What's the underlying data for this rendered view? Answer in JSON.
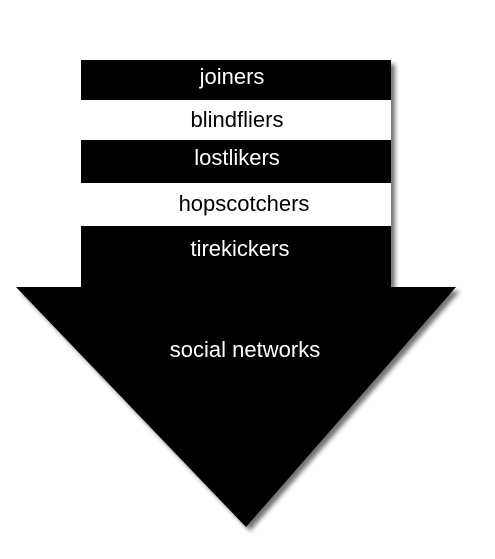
{
  "colors": {
    "arrow": "#000000",
    "band_dark": "#000000",
    "band_light": "#ffffff",
    "text_on_dark": "#ffffff",
    "text_on_light": "#000000",
    "shadow": "#8a8a8a"
  },
  "bands": [
    {
      "label": "joiners",
      "style": "dark"
    },
    {
      "label": "blindfliers",
      "style": "light"
    },
    {
      "label": "lostlikers",
      "style": "dark"
    },
    {
      "label": "hopscotchers",
      "style": "light"
    },
    {
      "label": "tirekickers",
      "style": "dark"
    }
  ],
  "arrow": {
    "label": "social networks"
  }
}
